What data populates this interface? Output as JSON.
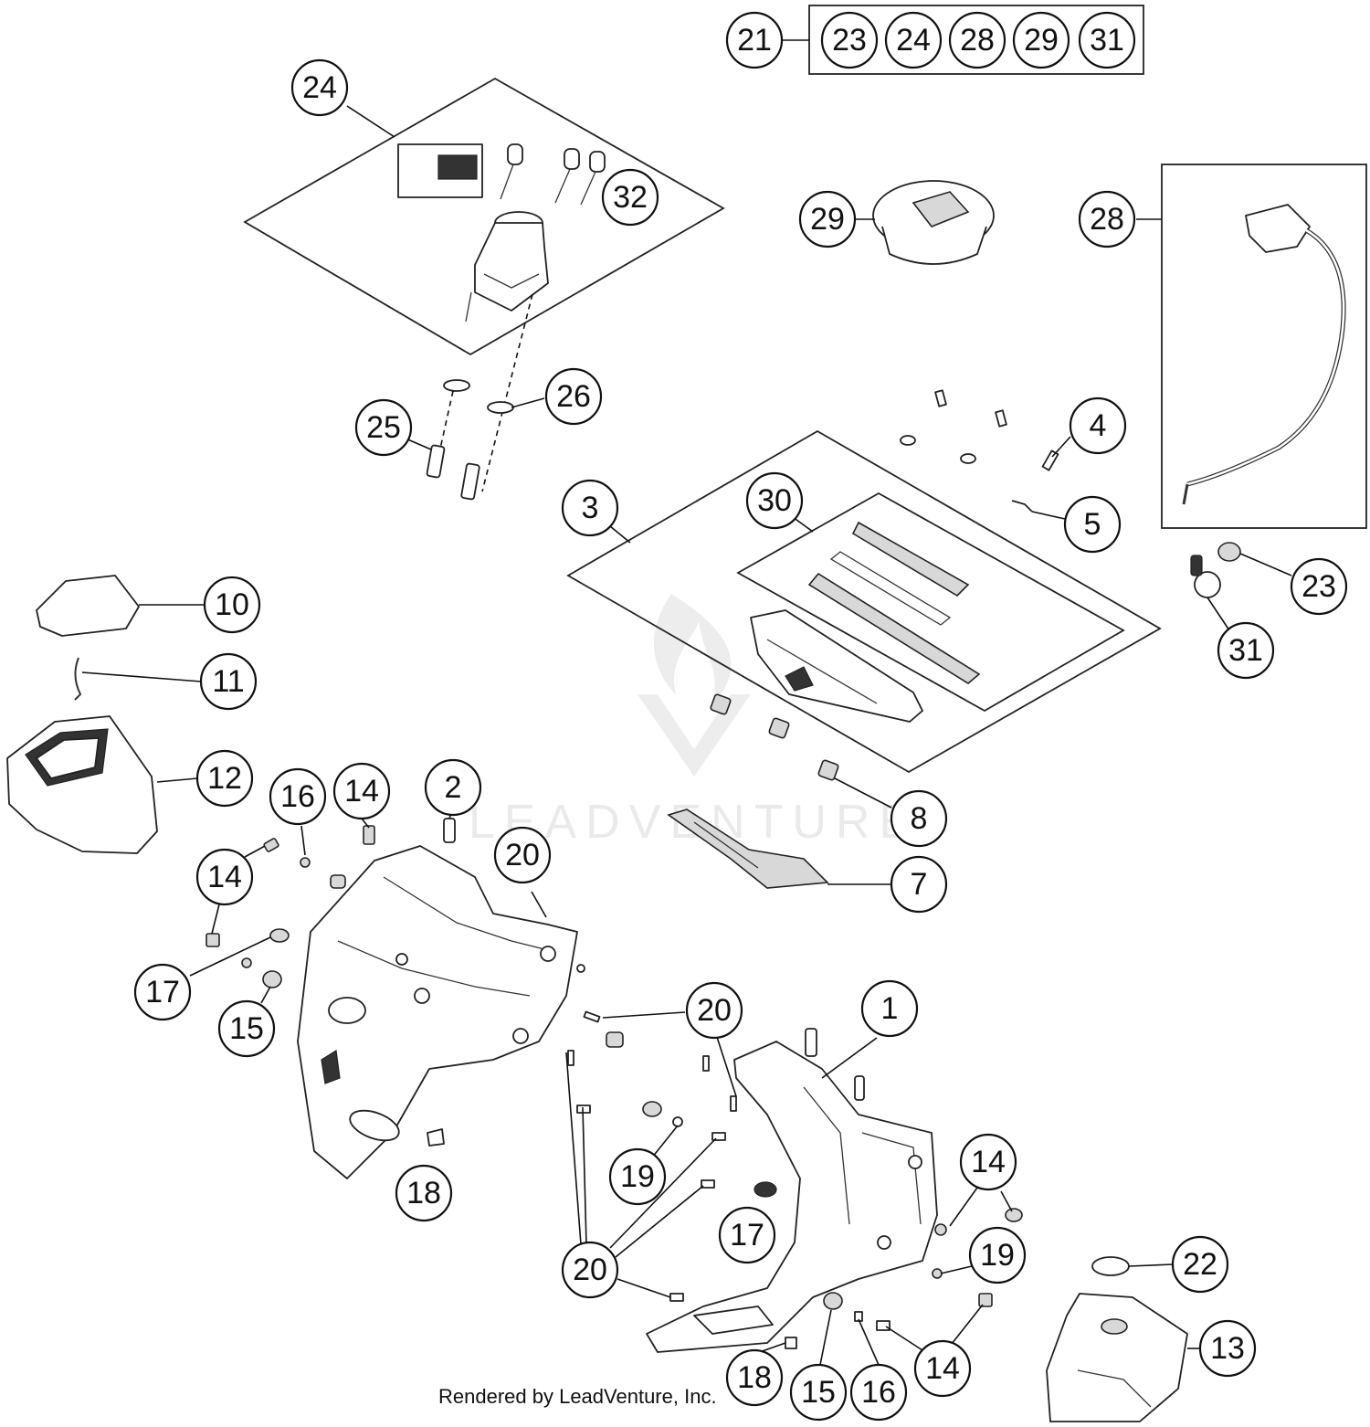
{
  "diagram": {
    "watermark_text": "LEADVENTURE",
    "footer": "Rendered by LeadVenture, Inc.",
    "kit_group": {
      "parent": "21",
      "contents": [
        "23",
        "24",
        "28",
        "29",
        "31"
      ]
    },
    "callouts": [
      {
        "id": "c21",
        "label": "21"
      },
      {
        "id": "c24a",
        "label": "24"
      },
      {
        "id": "c32",
        "label": "32"
      },
      {
        "id": "c29",
        "label": "29"
      },
      {
        "id": "c28",
        "label": "28"
      },
      {
        "id": "c25",
        "label": "25"
      },
      {
        "id": "c26",
        "label": "26"
      },
      {
        "id": "c4",
        "label": "4"
      },
      {
        "id": "c5",
        "label": "5"
      },
      {
        "id": "c3",
        "label": "3"
      },
      {
        "id": "c30",
        "label": "30"
      },
      {
        "id": "c23",
        "label": "23"
      },
      {
        "id": "c31",
        "label": "31"
      },
      {
        "id": "c10",
        "label": "10"
      },
      {
        "id": "c11",
        "label": "11"
      },
      {
        "id": "c12",
        "label": "12"
      },
      {
        "id": "c8",
        "label": "8"
      },
      {
        "id": "c7",
        "label": "7"
      },
      {
        "id": "c16a",
        "label": "16"
      },
      {
        "id": "c14a",
        "label": "14"
      },
      {
        "id": "c2",
        "label": "2"
      },
      {
        "id": "c20a",
        "label": "20"
      },
      {
        "id": "c14b",
        "label": "14"
      },
      {
        "id": "c17a",
        "label": "17"
      },
      {
        "id": "c15a",
        "label": "15"
      },
      {
        "id": "c20b",
        "label": "20"
      },
      {
        "id": "c1",
        "label": "1"
      },
      {
        "id": "c18a",
        "label": "18"
      },
      {
        "id": "c19a",
        "label": "19"
      },
      {
        "id": "c17b",
        "label": "17"
      },
      {
        "id": "c14c",
        "label": "14"
      },
      {
        "id": "c19b",
        "label": "19"
      },
      {
        "id": "c22",
        "label": "22"
      },
      {
        "id": "c20c",
        "label": "20"
      },
      {
        "id": "c13",
        "label": "13"
      },
      {
        "id": "c14d",
        "label": "14"
      },
      {
        "id": "c18b",
        "label": "18"
      },
      {
        "id": "c15b",
        "label": "15"
      },
      {
        "id": "c16b",
        "label": "16"
      }
    ]
  }
}
